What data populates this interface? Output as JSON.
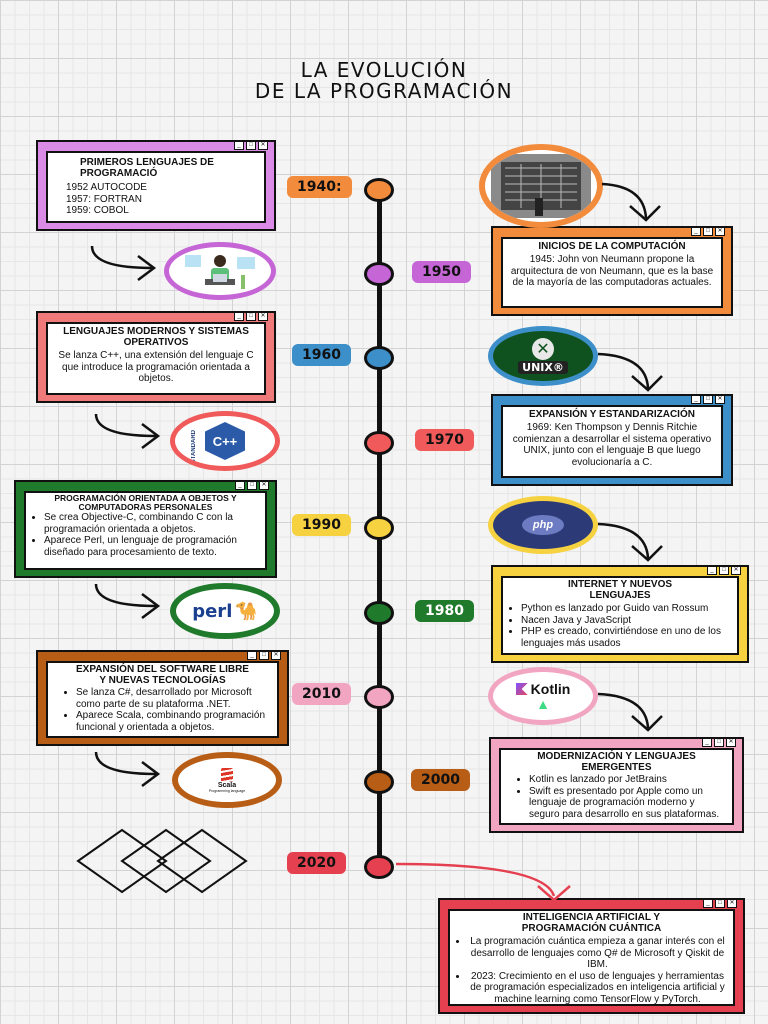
{
  "title": {
    "line1": "LA EVOLUCIÓN",
    "line2": "DE LA PROGRAMACIÓN"
  },
  "years": [
    "1940:",
    "1950",
    "1960",
    "1970",
    "1990",
    "1980",
    "2010",
    "2000",
    "2020"
  ],
  "colors": {
    "orange": "#f28b3b",
    "purple": "#c565d6",
    "blue": "#3d8fc9",
    "red": "#f05a5a",
    "yellow": "#f6d241",
    "green": "#207a2c",
    "pink": "#f2a5c0",
    "brown": "#b85d16",
    "crimson": "#e4404f"
  },
  "boxes": {
    "b1940": {
      "heading": "PRIMEROS LENGUAJES DE PROGRAMACIÓ",
      "lines": [
        "1952 AUTOCODE",
        "1957: FORTRAN",
        "1959: COBOL"
      ]
    },
    "b1950": {
      "heading": "INICIOS DE LA COMPUTACIÓN",
      "text": "1945: John von Neumann propone la arquitectura de von Neumann, que es la base de la mayoría de las computadoras actuales."
    },
    "b1960": {
      "heading": "LENGUAJES MODERNOS Y SISTEMAS OPERATIVOS",
      "text": "Se lanza C++, una extensión del lenguaje C que introduce la programación orientada a objetos."
    },
    "b1970": {
      "heading": "EXPANSIÓN Y ESTANDARIZACIÓN",
      "text": "1969: Ken Thompson y Dennis Ritchie comienzan a desarrollar el sistema operativo UNIX, junto con el lenguaje B que luego evolucionaría a C."
    },
    "b1990": {
      "heading": "PROGRAMACIÓN ORIENTADA A OBJETOS Y COMPUTADORAS PERSONALES",
      "items": [
        "Se crea Objective-C, combinando C con la programación orientada a objetos.",
        "Aparece Perl, un lenguaje de programación diseñado para procesamiento de texto."
      ]
    },
    "b1980": {
      "heading": "INTERNET Y NUEVOS LENGUAJES",
      "items": [
        "Python es lanzado por Guido van Rossum",
        "Nacen Java y JavaScript",
        "PHP es creado, convirtiéndose en uno de los lenguajes más usados"
      ]
    },
    "b2010": {
      "heading": "EXPANSIÓN DEL SOFTWARE LIBRE Y NUEVAS TECNOLOGÍAS",
      "items": [
        "Se lanza C#, desarrollado por Microsoft como parte de su plataforma .NET.",
        "Aparece Scala, combinando programación funcional y orientada a objetos."
      ]
    },
    "b2000": {
      "heading": "MODERNIZACIÓN Y LENGUAJES EMERGENTES",
      "items": [
        "Kotlin es lanzado por JetBrains",
        "Swift es presentado por Apple como un lenguaje de programación moderno y seguro para desarrollo en sus plataformas."
      ]
    },
    "b2020": {
      "heading": "INTELIGENCIA ARTIFICIAL Y PROGRAMACIÓN CUÁNTICA",
      "items": [
        "La programación cuántica empieza a ganar interés con el desarrollo de lenguajes como Q# de Microsoft y Qiskit de IBM.",
        "2023: Crecimiento en el uso de lenguajes y herramientas de programación especializados en inteligencia artificial y machine learning como TensorFlow y PyTorch."
      ]
    }
  },
  "logos": {
    "unix": "UNIX®",
    "cpp_side": "STANDARD",
    "cpp": "C++",
    "php": "php",
    "perl": "perl",
    "kotlin": "Kotlin",
    "scala": "Scala",
    "scala_sub": "Programming language"
  },
  "window_buttons": [
    "_",
    "□",
    "✕"
  ]
}
